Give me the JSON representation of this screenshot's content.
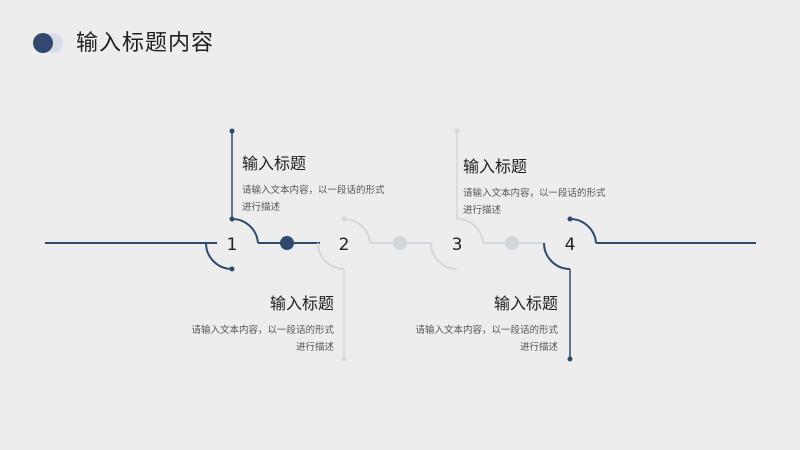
{
  "page": {
    "title": "输入标题内容"
  },
  "colors": {
    "accent": "#2f4a6e",
    "muted": "#d3d7de",
    "background": "#ededed"
  },
  "steps": [
    {
      "number": "1",
      "title": "输入标题",
      "desc_line1": "请输入文本内容，以一段话的形式",
      "desc_line2": "进行描述"
    },
    {
      "number": "2",
      "title": "输入标题",
      "desc_line1": "请输入文本内容，以一段话的形式",
      "desc_line2": "进行描述"
    },
    {
      "number": "3",
      "title": "输入标题",
      "desc_line1": "请输入文本内容，以一段话的形式",
      "desc_line2": "进行描述"
    },
    {
      "number": "4",
      "title": "输入标题",
      "desc_line1": "请输入文本内容，以一段话的形式",
      "desc_line2": "进行描述"
    }
  ]
}
